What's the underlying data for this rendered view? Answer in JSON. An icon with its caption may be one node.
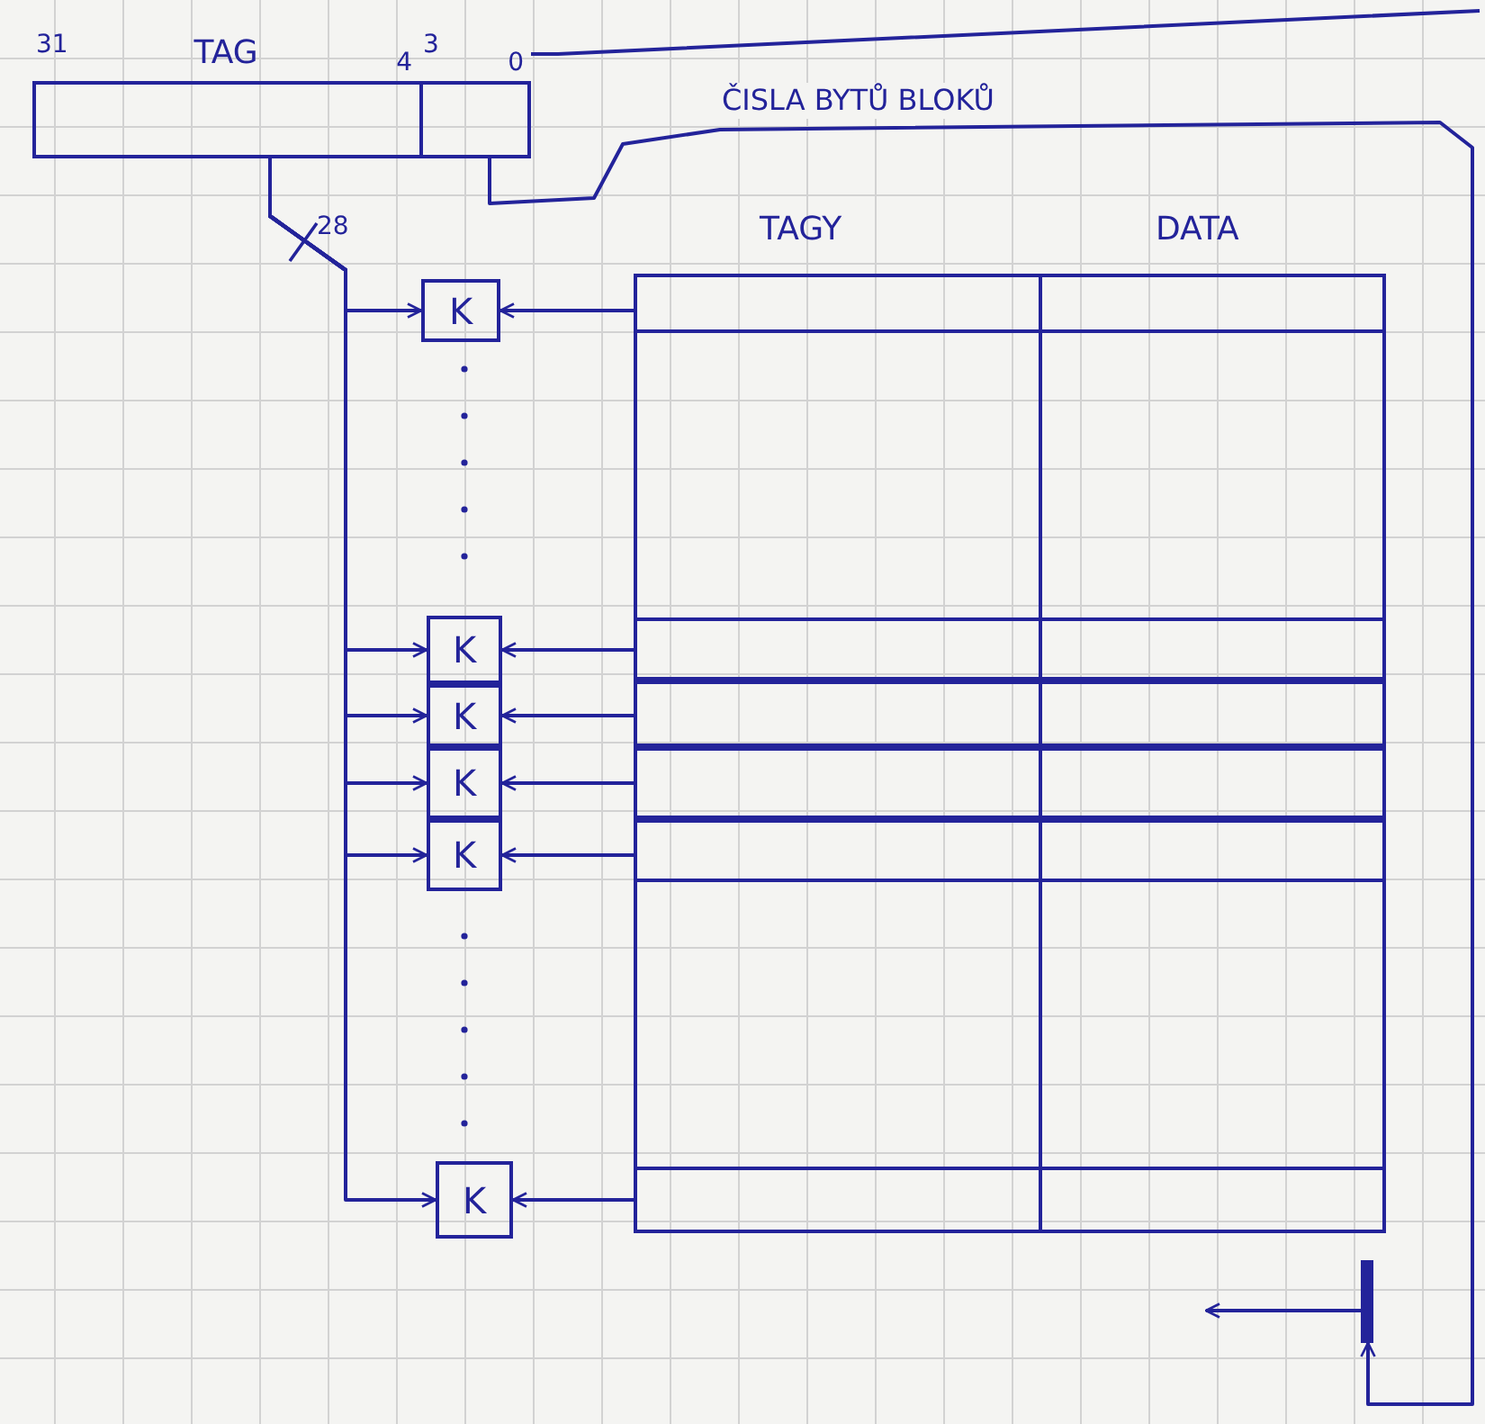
{
  "diagram": {
    "nodes": [
      {
        "text": [
          "TAG"
        ],
        "beside": [
          "31",
          "4"
        ]
      },
      {
        "text": [],
        "shape": "box",
        "beside": [
          "3",
          "0"
        ]
      },
      {
        "text": [
          "TAGY",
          "DATA"
        ]
      },
      {
        "text": [],
        "shape": "bar",
        "in": 2
      },
      {
        "text": [],
        "shape": "bar",
        "in": 2
      },
      {
        "text": [],
        "shape": "bar",
        "in": 2
      },
      {
        "text": [],
        "shape": "bar",
        "in": 2
      },
      {
        "text": [],
        "shape": "bar",
        "in": 2
      },
      {
        "text": [],
        "shape": "bar",
        "in": 2
      },
      {
        "text": [
          "K"
        ]
      },
      {
        "text": [
          "K"
        ]
      },
      {
        "text": [
          "K"
        ]
      },
      {
        "text": [
          "K"
        ]
      },
      {
        "text": [
          "K"
        ]
      },
      {
        "text": [
          "K"
        ]
      },
      {
        "text": [],
        "shape": "bar"
      }
    ],
    "edges": [
      {
        "from": 0,
        "to": 9,
        "arrow": "to"
      },
      {
        "from": 0,
        "to": 10,
        "arrow": "to"
      },
      {
        "from": 0,
        "to": 11,
        "arrow": "to"
      },
      {
        "from": 0,
        "to": 12,
        "arrow": "to"
      },
      {
        "from": 0,
        "to": 13,
        "arrow": "to"
      },
      {
        "from": 0,
        "to": 14,
        "arrow": "to"
      },
      {
        "from": 3,
        "to": 9,
        "arrow": "to"
      },
      {
        "from": 4,
        "to": 10,
        "arrow": "to"
      },
      {
        "from": 5,
        "to": 11,
        "arrow": "to"
      },
      {
        "from": 6,
        "to": 12,
        "arrow": "to"
      },
      {
        "from": 7,
        "to": 13,
        "arrow": "to"
      },
      {
        "from": 8,
        "to": 14,
        "arrow": "to"
      },
      {
        "from": 1,
        "to": 15,
        "label": "ČISLA BYTŮ BLOKŮ",
        "arrow": "to"
      },
      {
        "from": 15,
        "to": null,
        "arrow": "to"
      },
      {
        "from": 1,
        "to": null,
        "arrow": "none"
      }
    ],
    "labels": [
      "28"
    ]
  }
}
